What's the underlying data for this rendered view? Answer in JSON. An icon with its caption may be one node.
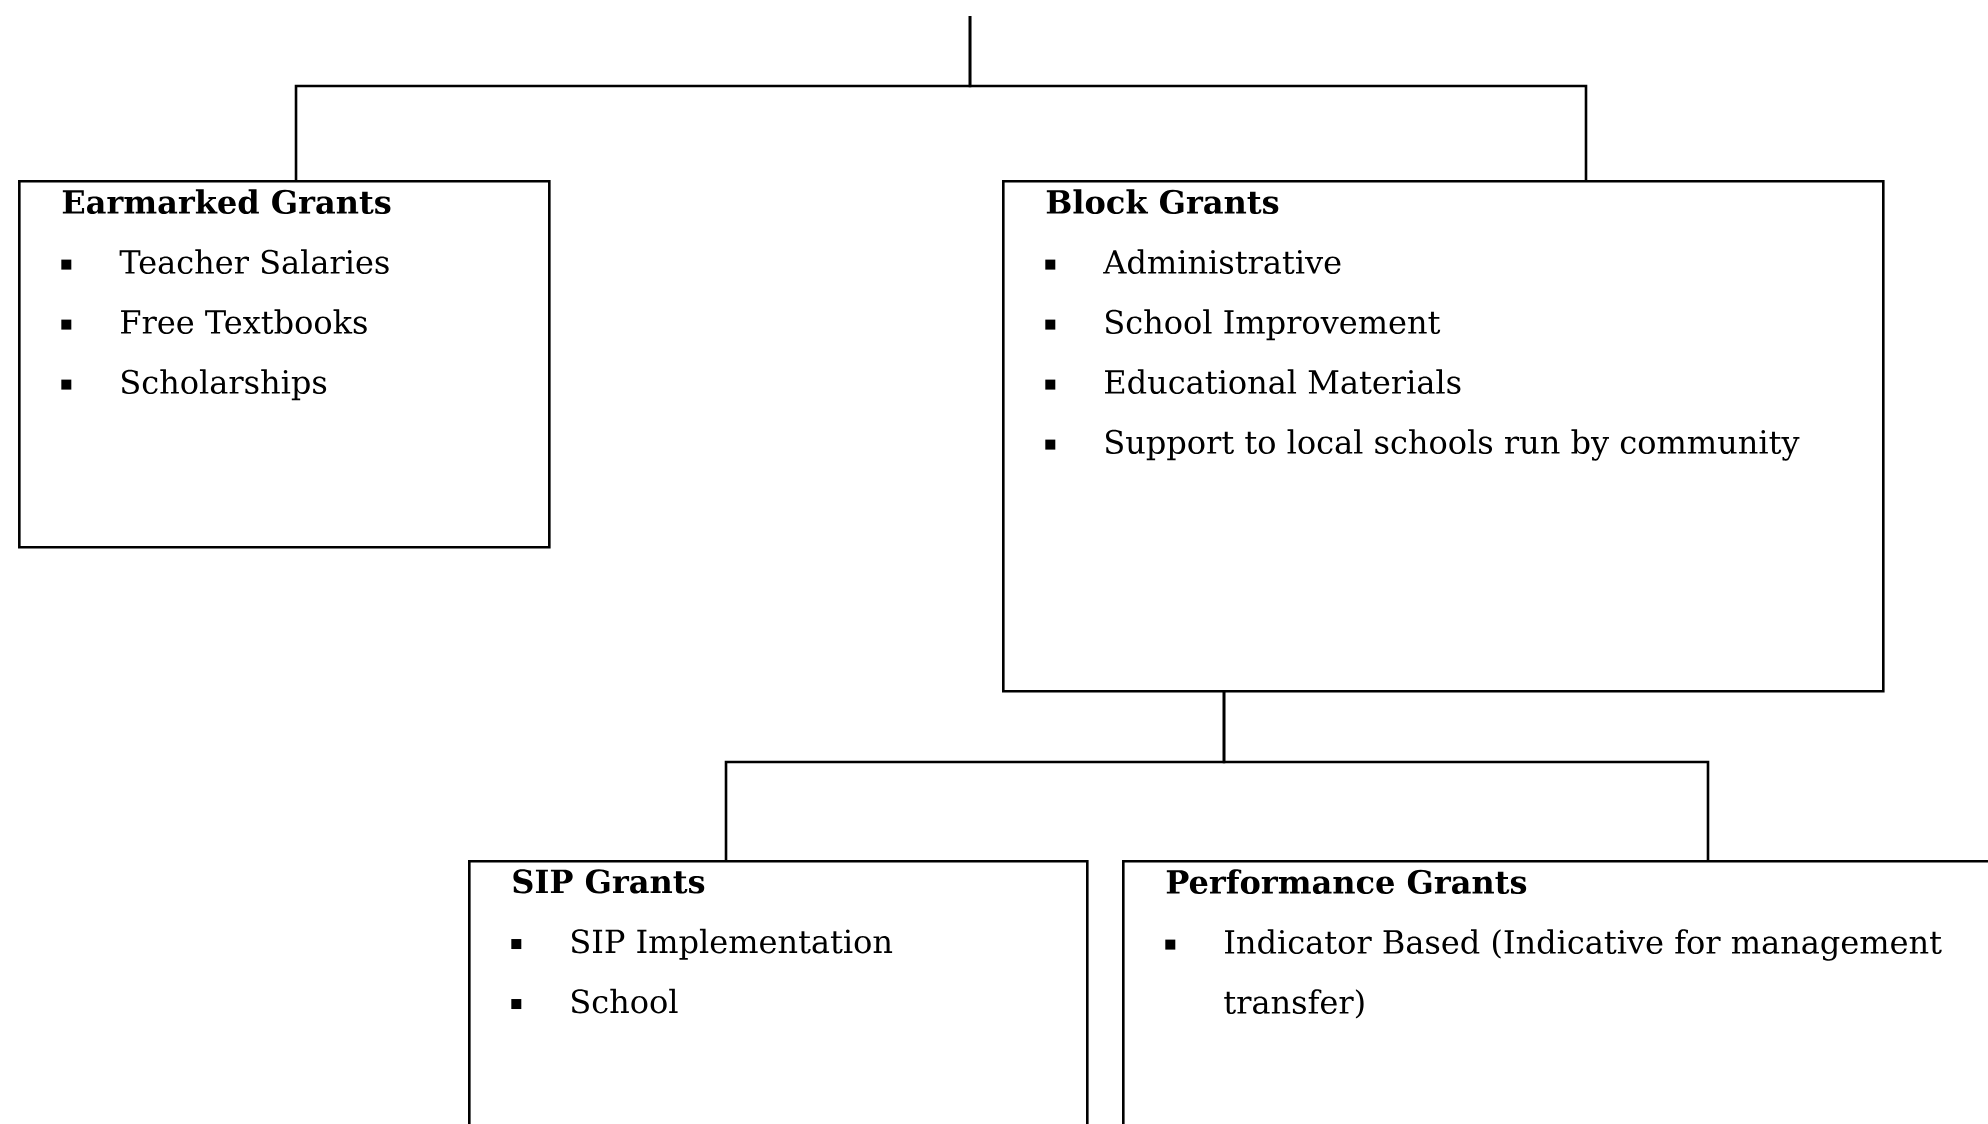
{
  "diagram": {
    "nodes": [
      {
        "text": [
          "Earmarked Grants",
          "Teacher Salaries",
          "Free Textbooks",
          "Scholarships"
        ]
      },
      {
        "text": [
          "Block Grants",
          "Administrative",
          "School Improvement",
          "Educational Materials",
          "Support to local schools run by community"
        ]
      },
      {
        "text": [
          "SIP Grants",
          "SIP Implementation",
          "School"
        ]
      },
      {
        "text": [
          "Performance Grants",
          "Indicator Based (Indicative for management transfer)"
        ]
      }
    ],
    "edges": [
      {
        "from": null,
        "to": 0,
        "arrow": "none"
      },
      {
        "from": null,
        "to": 1,
        "arrow": "none"
      },
      {
        "from": 1,
        "to": 2,
        "arrow": "none"
      },
      {
        "from": 1,
        "to": 3,
        "arrow": "none"
      }
    ]
  }
}
